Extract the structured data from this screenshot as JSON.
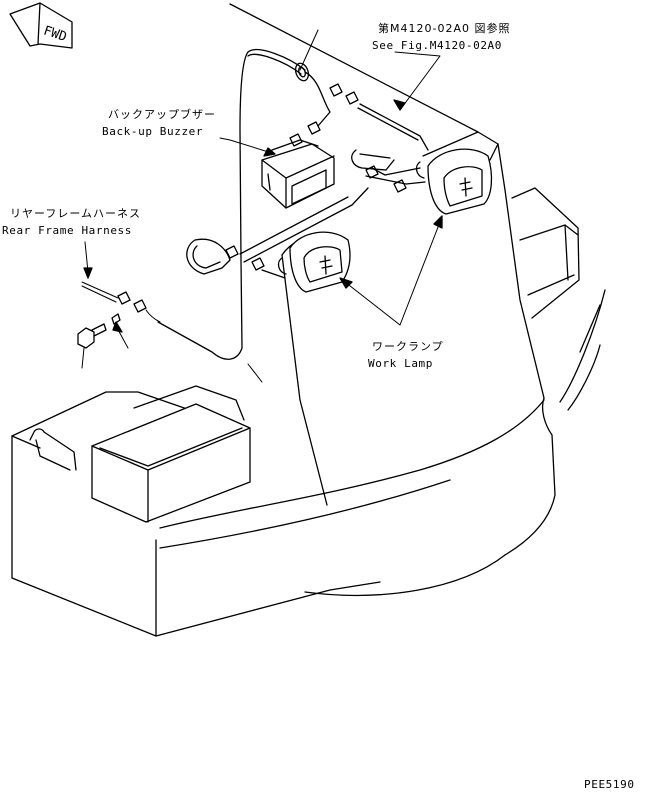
{
  "fwd_marker": "FWD",
  "labels": {
    "ref_jp": "第M4120-02A0 図参照",
    "ref_en": "See Fig.M4120-02A0",
    "buzzer_jp": "バックアップブザー",
    "buzzer_en": "Back-up Buzzer",
    "harness_jp": "リヤーフレームハーネス",
    "harness_en": "Rear Frame Harness",
    "lamp_jp": "ワークランプ",
    "lamp_en": "Work Lamp"
  },
  "drawing_code": "PEE5190"
}
